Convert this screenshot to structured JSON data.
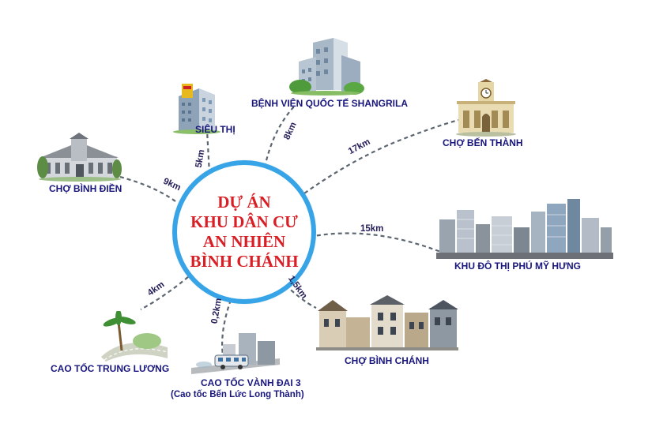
{
  "center": {
    "lines": [
      "DỰ ÁN",
      "KHU DÂN CƯ",
      "AN NHIÊN",
      "BÌNH CHÁNH"
    ]
  },
  "colors": {
    "ring": "#36a4e6",
    "center_text": "#d91f26",
    "label_text": "#18167c",
    "dash_line": "#5c6670"
  },
  "destinations": {
    "sieu_thi": {
      "label": "SIÊU THỊ",
      "distance": "5km",
      "icon": "office-tower-icon"
    },
    "benh_vien": {
      "label": "BỆNH VIỆN QUỐC TẾ SHANGRILA",
      "distance": "8km",
      "icon": "hospital-buildings-icon"
    },
    "cho_ben_thanh": {
      "label": "CHỢ BẾN THÀNH",
      "distance": "17km",
      "icon": "clock-tower-market-icon"
    },
    "cho_binh_dien": {
      "label": "CHỢ BÌNH ĐIỀN",
      "distance": "9km",
      "icon": "market-building-icon"
    },
    "phu_my_hung": {
      "label": "KHU ĐÔ THỊ PHÚ MỸ HƯNG",
      "distance": "15km",
      "icon": "city-skyline-icon"
    },
    "cho_binh_chanh": {
      "label": "CHỢ BÌNH CHÁNH",
      "distance": "1,5km",
      "icon": "townhouses-icon"
    },
    "cao_toc_trung_luong": {
      "label": "CAO TỐC TRUNG LƯƠNG",
      "distance": "4km",
      "icon": "highway-palm-icon"
    },
    "cao_toc_vanh_dai_3": {
      "label": "CAO TỐC VÀNH ĐAI 3",
      "sublabel": "(Cao tốc Bến Lức Long Thành)",
      "distance": "0,2km",
      "icon": "bus-highway-icon"
    }
  }
}
